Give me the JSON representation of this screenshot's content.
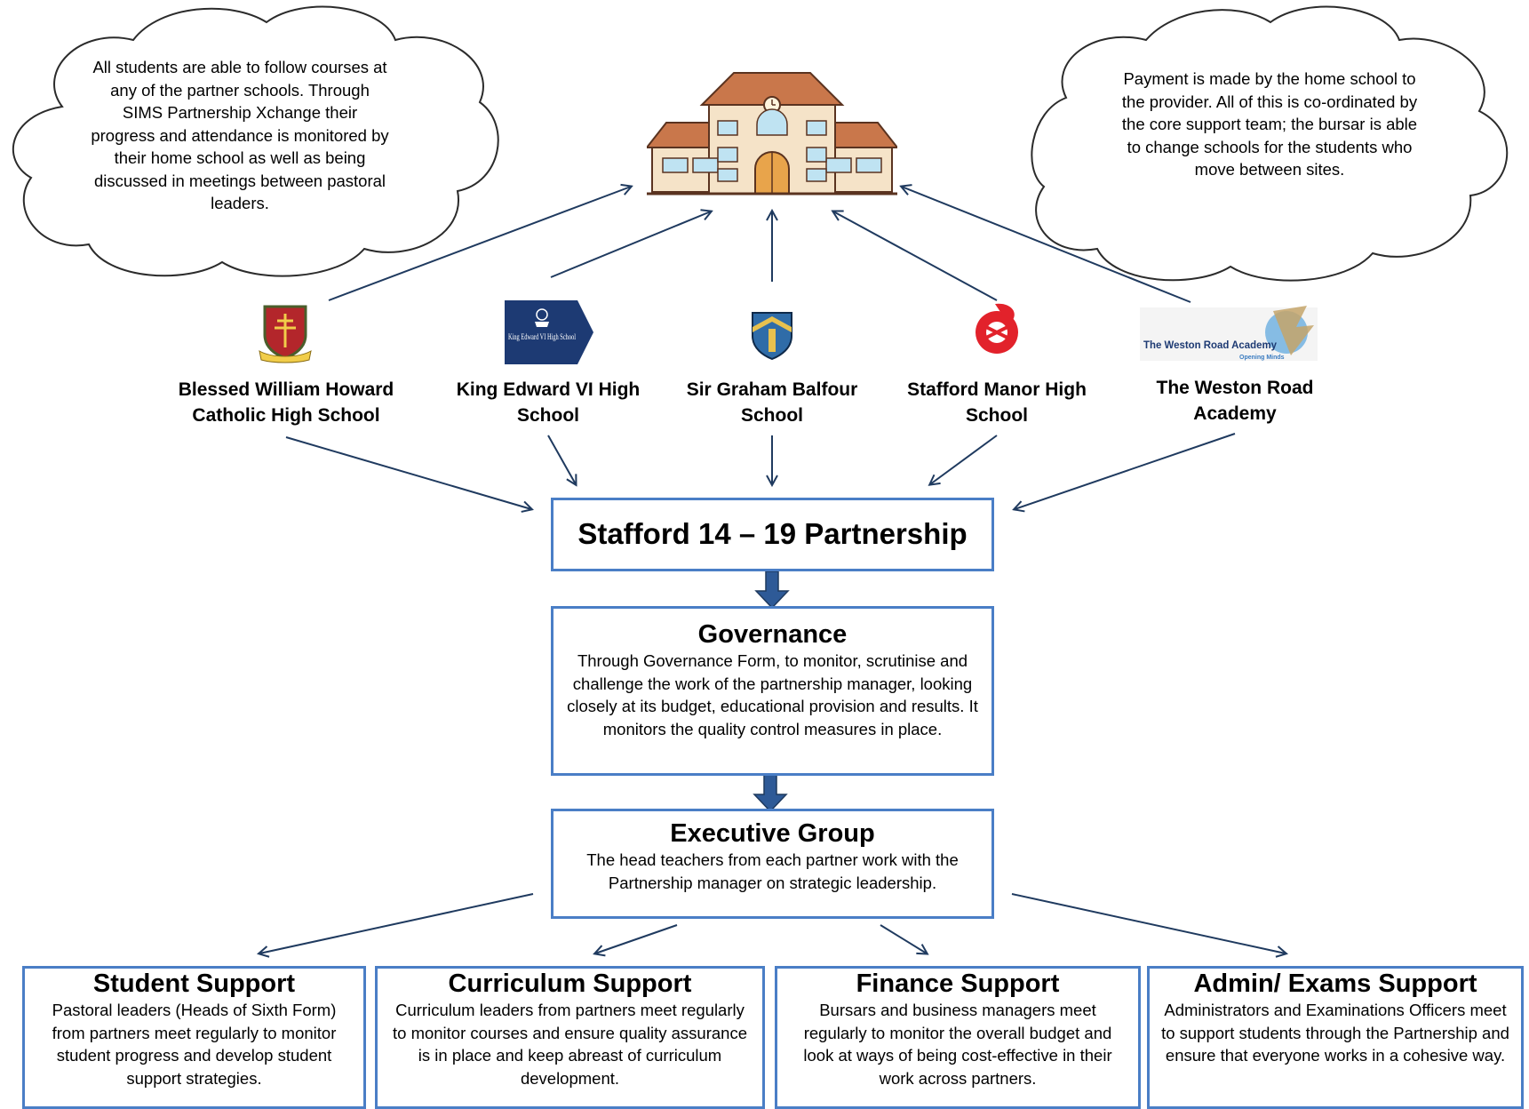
{
  "clouds": {
    "left_text": "All students are able to follow courses at any of the partner schools. Through SIMS Partnership Xchange their progress and attendance is monitored by their home school as well as being discussed in meetings between pastoral leaders.",
    "right_text": "Payment is made by the home school to the provider. All of this is co-ordinated by the core support team; the bursar is able to change schools for the students who move between sites."
  },
  "building_icon": "school-building-icon",
  "schools": [
    {
      "name": "Blessed William Howard Catholic High School",
      "logo": "shield-crest-icon"
    },
    {
      "name": "King Edward VI High School",
      "logo": "king-edward-flag-icon",
      "logo_text": "King Edward VI High School"
    },
    {
      "name": "Sir Graham Balfour School",
      "logo": "shield-badge-icon"
    },
    {
      "name": "Stafford Manor High School",
      "logo": "red-circle-emblem-icon"
    },
    {
      "name": "The Weston Road Academy",
      "logo": "weston-road-logo-icon",
      "logo_text": "The Weston Road Academy",
      "logo_tagline": "Opening Minds"
    }
  ],
  "partnership": {
    "title": "Stafford 14 – 19 Partnership"
  },
  "governance": {
    "title": "Governance",
    "text": "Through Governance Form, to monitor, scrutinise and challenge the work of the partnership manager, looking closely at its budget, educational provision and results. It monitors the quality control measures in place."
  },
  "executive": {
    "title": "Executive Group",
    "text": "The head teachers from each partner work with the Partnership manager on strategic leadership."
  },
  "support": [
    {
      "title": "Student Support",
      "text": "Pastoral leaders (Heads of Sixth Form) from partners meet regularly to monitor student progress and develop student support strategies."
    },
    {
      "title": "Curriculum Support",
      "text": "Curriculum leaders from partners meet regularly to monitor courses and ensure quality assurance is in place and keep abreast of curriculum development."
    },
    {
      "title": "Finance Support",
      "text": "Bursars and business managers meet regularly to monitor the overall budget and look at ways of being cost-effective in their work across partners."
    },
    {
      "title": "Admin/ Exams Support",
      "text": "Administrators and Examinations Officers meet to support students through the Partnership and ensure that everyone works in a cohesive way."
    }
  ],
  "colors": {
    "box_border": "#4a7ec6",
    "arrow": "#1f3a5f",
    "block_arrow": "#2e5a97"
  }
}
